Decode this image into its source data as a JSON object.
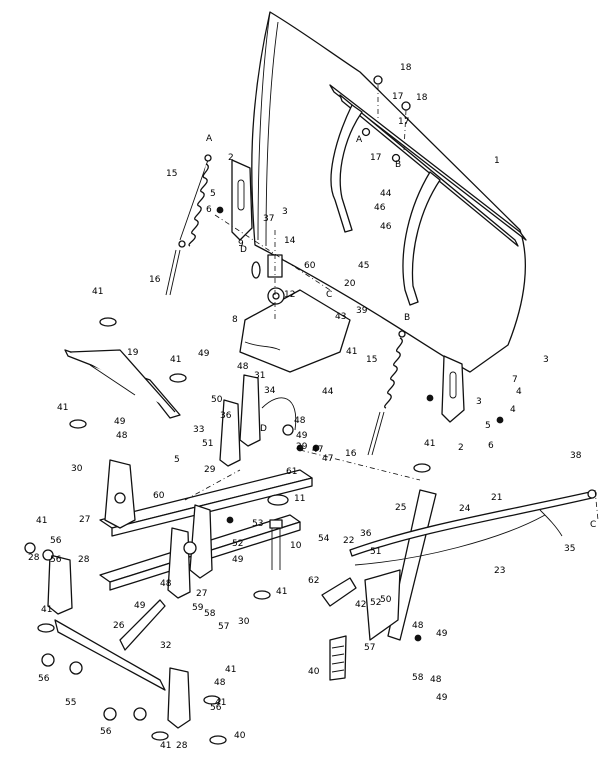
{
  "diagram": {
    "labels": [
      "1",
      "2",
      "3",
      "4",
      "5",
      "6",
      "7",
      "8",
      "9",
      "10",
      "11",
      "12",
      "14",
      "15",
      "16",
      "17",
      "18",
      "19",
      "20",
      "21",
      "22",
      "23",
      "24",
      "25",
      "26",
      "27",
      "28",
      "29",
      "30",
      "31",
      "32",
      "33",
      "34",
      "35",
      "36",
      "37",
      "38",
      "39",
      "40",
      "41",
      "42",
      "43",
      "44",
      "45",
      "46",
      "47",
      "48",
      "49",
      "50",
      "51",
      "52",
      "53",
      "54",
      "55",
      "56",
      "57",
      "58",
      "59",
      "60",
      "61",
      "62",
      "A",
      "B",
      "C",
      "D"
    ]
  }
}
